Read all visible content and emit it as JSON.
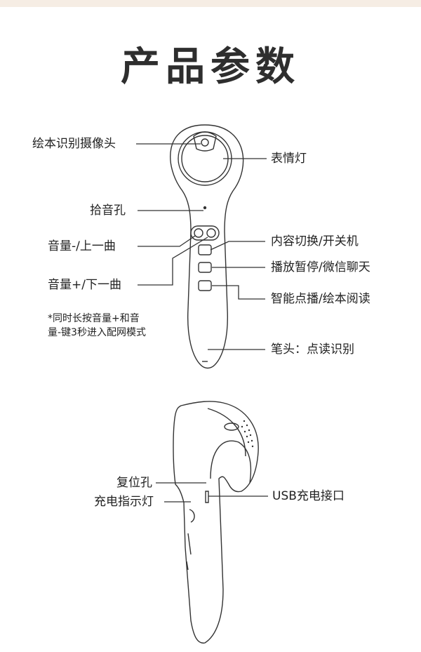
{
  "title": "产品参数",
  "labels": {
    "camera": "绘本识别摄像头",
    "expression_light": "表情灯",
    "mic_hole": "拾音孔",
    "volume_down": "音量-/上一曲",
    "content_switch": "内容切换/开关机",
    "play_pause": "播放暂停/微信聊天",
    "volume_up": "音量+/下一曲",
    "smart_reading": "智能点播/绘本阅读",
    "pen_tip": "笔头：点读识别",
    "reset_hole": "复位孔",
    "charge_indicator": "充电指示灯",
    "usb_port": "USB充电接口"
  },
  "note": {
    "line1": "*同时长按音量+和音",
    "line2": "量-键3秒进入配网模式"
  },
  "colors": {
    "line": "#333333",
    "text": "#222222",
    "strip": "#f6ede4"
  }
}
